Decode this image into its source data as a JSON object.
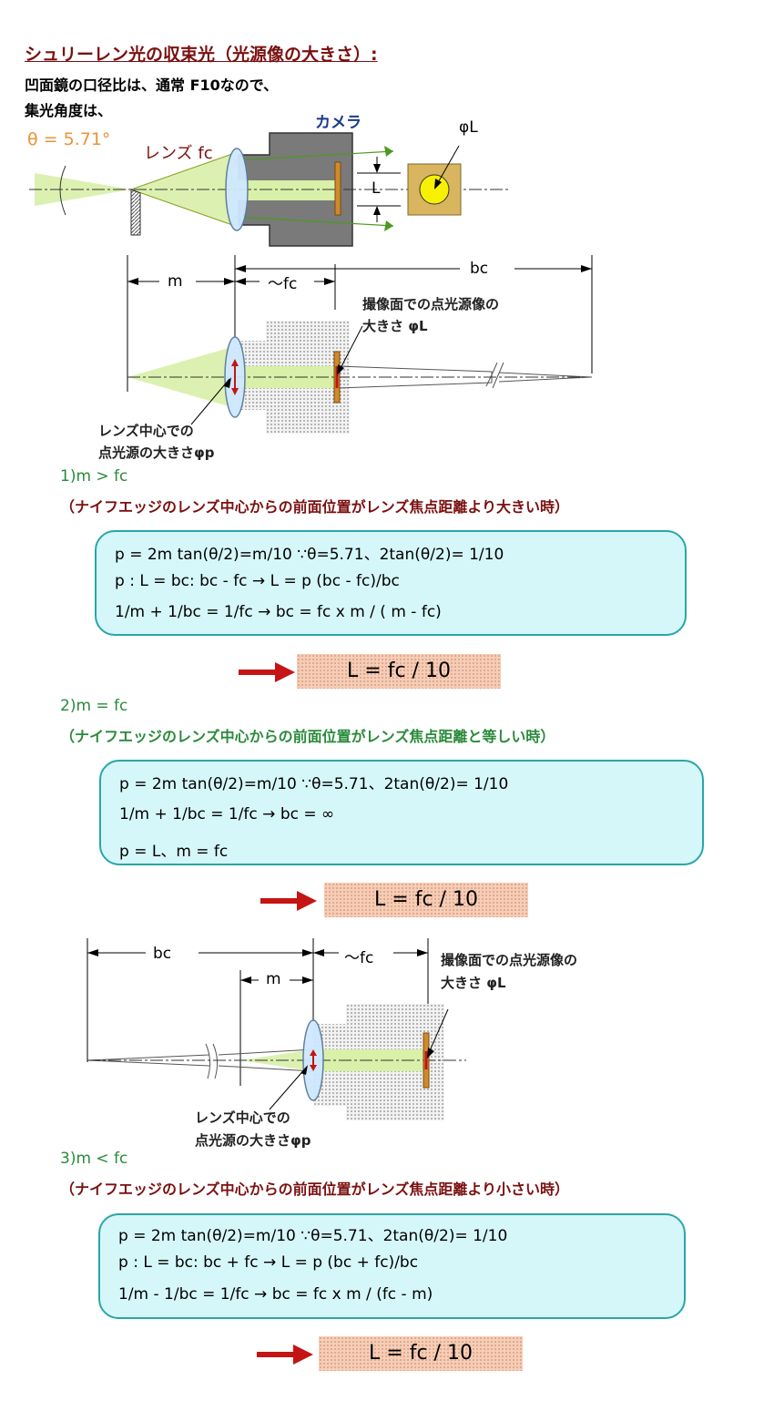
{
  "title": "シュリーレン光の収束光（光源像の大きさ）:",
  "intro": [
    "凹面鏡の口径比は、通常 F10なので、",
    "集光角度は、"
  ],
  "theta_text": "θ = 5.71°",
  "diagram1": {
    "lens_label": "レンズ fc",
    "camera_label": "カメラ",
    "L_label": "L",
    "phiL_label": "φL"
  },
  "diagram2": {
    "m_label": "m",
    "fc_label": "～fc",
    "bc_label": "bc",
    "image_note": [
      "撮像面での点光源像の",
      "大きさ φL"
    ],
    "lens_note": [
      "レンズ中心での",
      "点光源の大きさφp"
    ]
  },
  "case1": {
    "heading": "1)m > fc",
    "note": "（ナイフエッジのレンズ中心からの前面位置がレンズ焦点距離より大きい時）",
    "eqs": [
      "p =  2m tan(θ/2)=m/10 ∵θ=5.71、2tan(θ/2)= 1/10",
      "p : L = bc: bc - fc  →  L = p (bc - fc)/bc",
      "1/m  +  1/bc  =  1/fc   →  bc = fc x m / ( m - fc)"
    ],
    "result": "L =  fc / 10"
  },
  "case2": {
    "heading": "2)m = fc",
    "note": "（ナイフエッジのレンズ中心からの前面位置がレンズ焦点距離と等しい時）",
    "eqs": [
      "p =  2m tan(θ/2)=m/10 ∵θ=5.71、2tan(θ/2)= 1/10",
      "1/m  +  1/bc  =  1/fc   →  bc = ∞",
      "p = L、m = fc"
    ],
    "result": "L =  fc / 10"
  },
  "diagram3": {
    "bc_label": "bc",
    "m_label": "m",
    "fc_label": "～fc",
    "image_note": [
      "撮像面での点光源像の",
      "大きさ φL"
    ],
    "lens_note": [
      "レンズ中心での",
      "点光源の大きさφp"
    ]
  },
  "case3": {
    "heading": "3)m < fc",
    "note": "（ナイフエッジのレンズ中心からの前面位置がレンズ焦点距離より小さい時）",
    "eqs": [
      "p =  2m tan(θ/2)=m/10 ∵θ=5.71、2tan(θ/2)= 1/10",
      "p : L = bc: bc + fc  →  L = p (bc + fc)/bc",
      "1/m  -  1/bc  =  1/fc   →  bc = fc x m / (fc - m)"
    ],
    "result": "L =  fc / 10"
  },
  "colors": {
    "beam": "#d8f0a8",
    "lens": "#cfe8ff",
    "camera": "#7a7a7a",
    "sensor": "#d08a2a",
    "accent_red": "#c41414",
    "box_fill": "#d6f7fa",
    "box_border": "#2aa6a6",
    "result_fill": "#f6cdb6"
  }
}
